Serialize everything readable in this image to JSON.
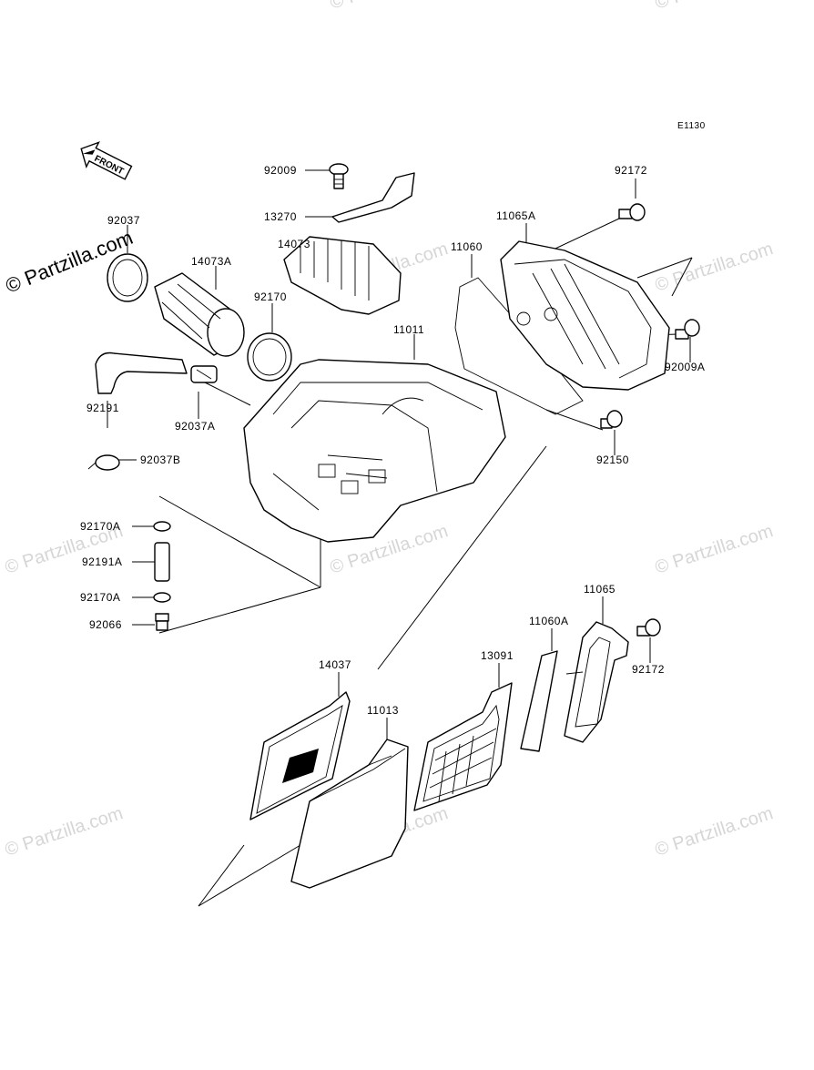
{
  "diagram": {
    "code": "E1130",
    "front_label": "FRONT",
    "watermark": "© Partzilla.com",
    "watermark_main": "© Partzilla.com"
  },
  "labels": [
    {
      "id": "92009",
      "text": "92009"
    },
    {
      "id": "13270",
      "text": "13270"
    },
    {
      "id": "14073",
      "text": "14073"
    },
    {
      "id": "92172a",
      "text": "92172"
    },
    {
      "id": "11065A",
      "text": "11065A"
    },
    {
      "id": "11060",
      "text": "11060"
    },
    {
      "id": "92037",
      "text": "92037"
    },
    {
      "id": "14073A",
      "text": "14073A"
    },
    {
      "id": "92170",
      "text": "92170"
    },
    {
      "id": "11011",
      "text": "11011"
    },
    {
      "id": "92009A",
      "text": "92009A"
    },
    {
      "id": "92191",
      "text": "92191"
    },
    {
      "id": "92037A",
      "text": "92037A"
    },
    {
      "id": "92150",
      "text": "92150"
    },
    {
      "id": "92037B",
      "text": "92037B"
    },
    {
      "id": "92170A_1",
      "text": "92170A"
    },
    {
      "id": "92191A",
      "text": "92191A"
    },
    {
      "id": "92170A_2",
      "text": "92170A"
    },
    {
      "id": "92066",
      "text": "92066"
    },
    {
      "id": "11065",
      "text": "11065"
    },
    {
      "id": "11060A",
      "text": "11060A"
    },
    {
      "id": "92172b",
      "text": "92172"
    },
    {
      "id": "13091",
      "text": "13091"
    },
    {
      "id": "14037",
      "text": "14037"
    },
    {
      "id": "11013",
      "text": "11013"
    }
  ]
}
